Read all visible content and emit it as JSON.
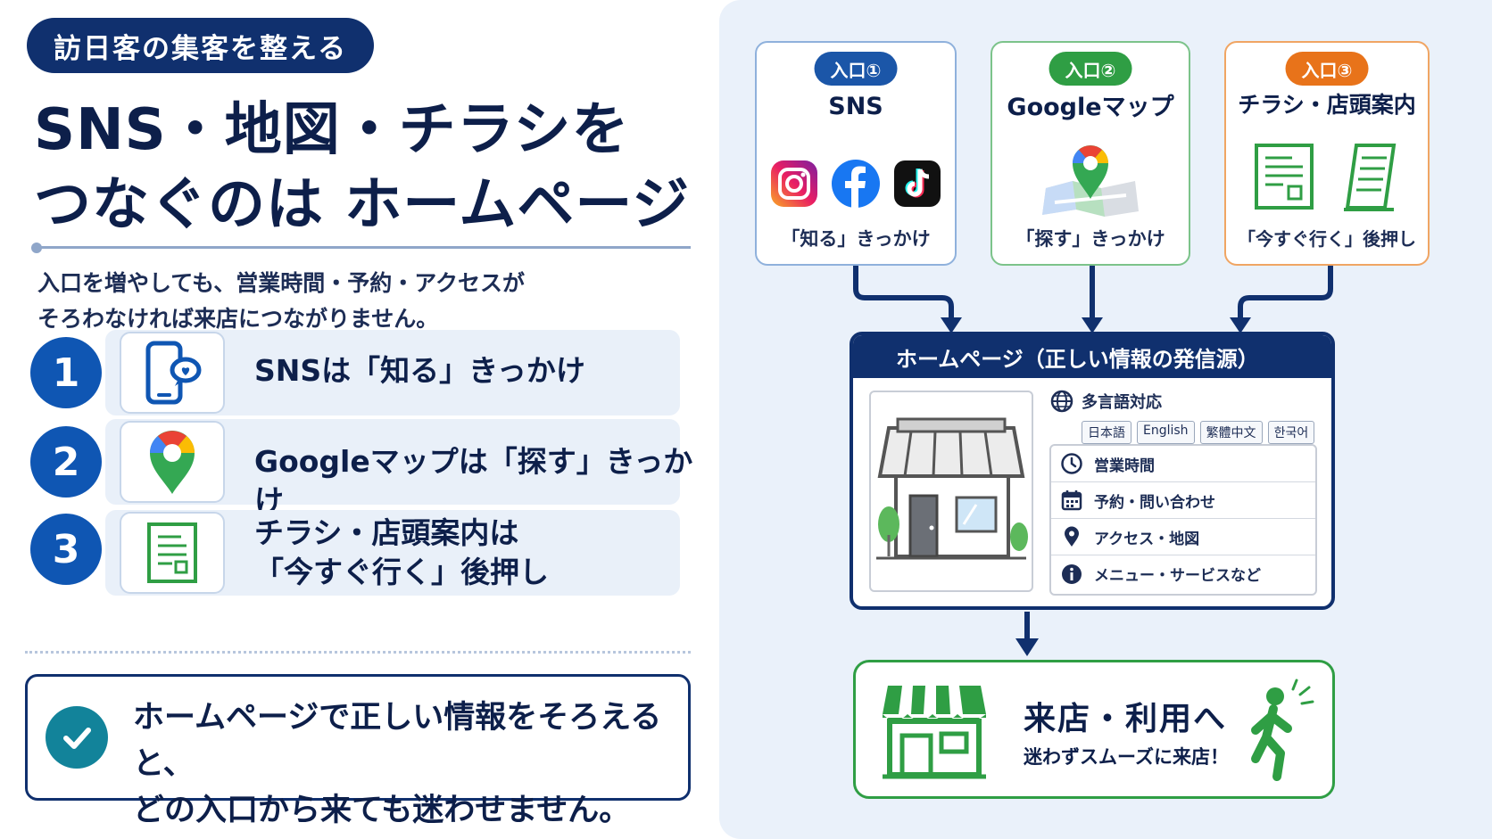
{
  "left": {
    "tag": "訪日客の集客を整える",
    "headline_line1": "SNS・地図・チラシを",
    "headline_line2": "つなぐのは ホームページ",
    "intro_line1": "入口を増やしても、営業時間・予約・アクセスが",
    "intro_line2": "そろわなければ来店につながりません。",
    "steps": [
      {
        "num": "1",
        "text": "SNSは「知る」きっかけ",
        "icon": "phone-chat-icon"
      },
      {
        "num": "2",
        "text": "Googleマップは「探す」きっかけ",
        "icon": "map-pin-icon"
      },
      {
        "num": "3",
        "text_line1": "チラシ・店頭案内は",
        "text_line2": "「今すぐ行く」後押し",
        "icon": "flyer-icon"
      }
    ],
    "summary_line1": "ホームページで正しい情報をそろえると、",
    "summary_line2": "どの入口から来ても迷わせません。"
  },
  "right": {
    "entries": [
      {
        "badge": "入口①",
        "title": "SNS",
        "sub": "「知る」きっかけ",
        "color": "#1b56a8"
      },
      {
        "badge": "入口②",
        "title": "Googleマップ",
        "sub": "「探す」きっかけ",
        "color": "#2f9e44"
      },
      {
        "badge": "入口③",
        "title": "チラシ・店頭案内",
        "sub": "「今すぐ行く」後押し",
        "color": "#e8731a"
      }
    ],
    "homepage": {
      "title": "ホームページ（正しい情報の発信源）",
      "multilang_title": "多言語対応",
      "languages": [
        "日本語",
        "English",
        "繁體中文",
        "한국어"
      ],
      "items": [
        "営業時間",
        "予約・問い合わせ",
        "アクセス・地図",
        "メニュー・サービスなど"
      ]
    },
    "visit": {
      "title": "来店・利用へ",
      "sub": "迷わずスムーズに来店！"
    }
  },
  "colors": {
    "navy": "#10306e",
    "blue": "#0f56b3",
    "green": "#2f9e44",
    "orange": "#e8731a",
    "teal": "#12839a",
    "panel": "#eaf1fa"
  }
}
